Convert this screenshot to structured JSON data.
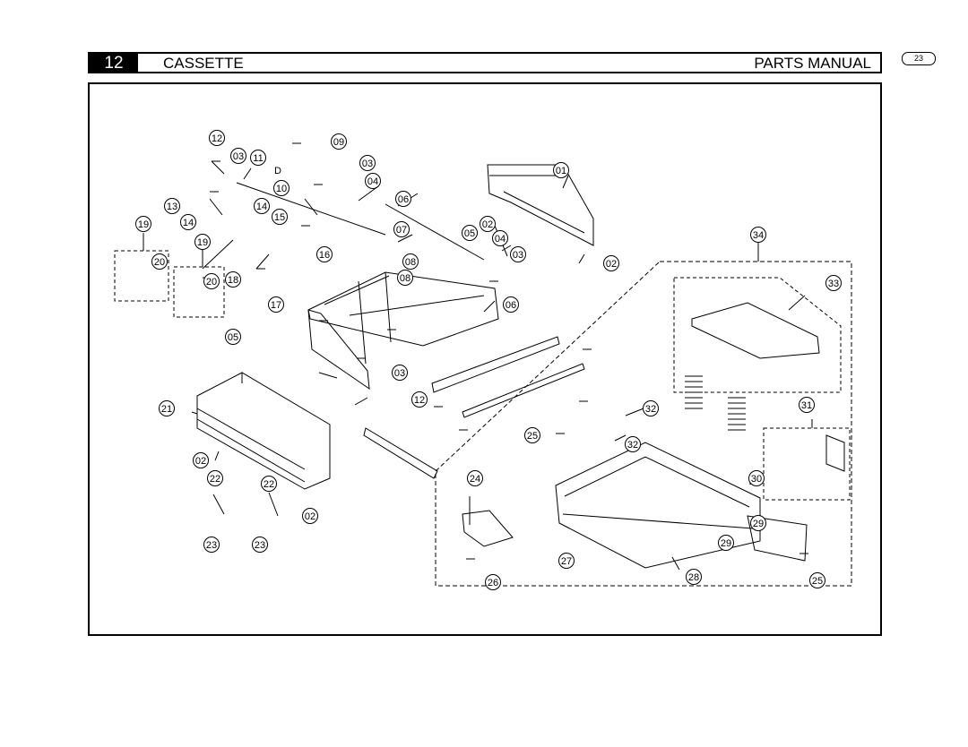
{
  "header": {
    "section_number": "12",
    "section_title": "CASSETTE",
    "manual_title": "PARTS MANUAL"
  },
  "page_number": "23",
  "diagram": {
    "direction_mark": "D",
    "callouts": [
      {
        "label": "12"
      },
      {
        "label": "03"
      },
      {
        "label": "11"
      },
      {
        "label": "09"
      },
      {
        "label": "03"
      },
      {
        "label": "01"
      },
      {
        "label": "10"
      },
      {
        "label": "04"
      },
      {
        "label": "06"
      },
      {
        "label": "13"
      },
      {
        "label": "14"
      },
      {
        "label": "15"
      },
      {
        "label": "14"
      },
      {
        "label": "07"
      },
      {
        "label": "02"
      },
      {
        "label": "19"
      },
      {
        "label": "05"
      },
      {
        "label": "04"
      },
      {
        "label": "16"
      },
      {
        "label": "03"
      },
      {
        "label": "02"
      },
      {
        "label": "34"
      },
      {
        "label": "19"
      },
      {
        "label": "20"
      },
      {
        "label": "18"
      },
      {
        "label": "08"
      },
      {
        "label": "08"
      },
      {
        "label": "20"
      },
      {
        "label": "33"
      },
      {
        "label": "17"
      },
      {
        "label": "06"
      },
      {
        "label": "05"
      },
      {
        "label": "03"
      },
      {
        "label": "12"
      },
      {
        "label": "21"
      },
      {
        "label": "31"
      },
      {
        "label": "32"
      },
      {
        "label": "25"
      },
      {
        "label": "32"
      },
      {
        "label": "02"
      },
      {
        "label": "22"
      },
      {
        "label": "22"
      },
      {
        "label": "24"
      },
      {
        "label": "30"
      },
      {
        "label": "02"
      },
      {
        "label": "29"
      },
      {
        "label": "23"
      },
      {
        "label": "23"
      },
      {
        "label": "29"
      },
      {
        "label": "27"
      },
      {
        "label": "28"
      },
      {
        "label": "26"
      },
      {
        "label": "25"
      }
    ]
  }
}
